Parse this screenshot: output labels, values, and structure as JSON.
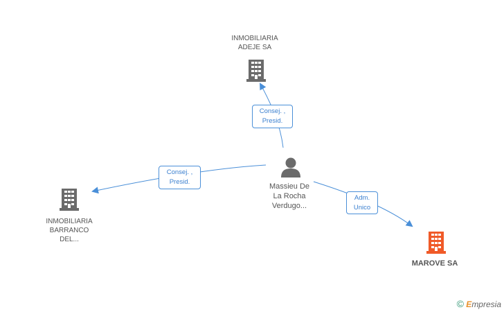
{
  "nodes": {
    "adeje": {
      "label": "INMOBILIARIA\nADEJE SA",
      "type": "company",
      "color": "#6b6b6b"
    },
    "barranco": {
      "label": "INMOBILIARIA\nBARRANCO\nDEL...",
      "type": "company",
      "color": "#6b6b6b"
    },
    "marove": {
      "label": "MAROVE SA",
      "type": "company",
      "color": "#f05a28"
    },
    "person": {
      "label": "Massieu De\nLa Rocha\nVerdugo...",
      "type": "person",
      "color": "#6b6b6b"
    }
  },
  "edges": {
    "to_adeje": {
      "label": "Consej. ,\nPresid."
    },
    "to_barranco": {
      "label": "Consej. ,\nPresid."
    },
    "to_marove": {
      "label": "Adm.\nUnico"
    }
  },
  "colors": {
    "edge": "#4a8fd8",
    "building": "#6b6b6b",
    "target": "#f05a28"
  },
  "footer": {
    "copyright_symbol": "©",
    "brand_first": "E",
    "brand_rest": "mpresia"
  }
}
